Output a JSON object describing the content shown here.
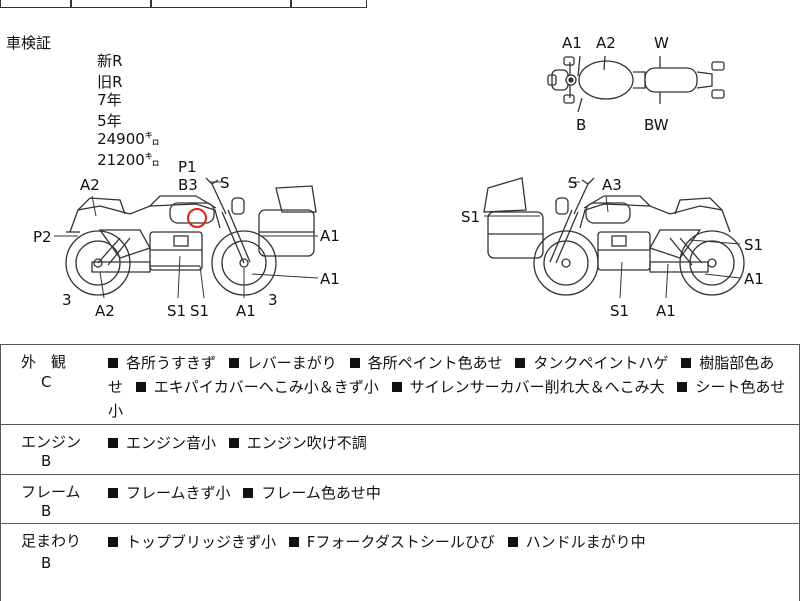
{
  "inspection": {
    "title": "車検証",
    "new_row": {
      "label": "新R",
      "years": "7年",
      "km": "24900㌔"
    },
    "old_row": {
      "label": "旧R",
      "years": "5年",
      "km": "21200㌔"
    }
  },
  "top_view_labels": {
    "a1": "A1",
    "a2": "A2",
    "w": "W",
    "b": "B",
    "bw": "BW"
  },
  "left_view_labels": {
    "p1": "P1",
    "b3": "B3",
    "s_top": "S",
    "a2_top": "A2",
    "p2": "P2",
    "a1_right_top": "A1",
    "a1_right_bottom": "A1",
    "three_left": "3",
    "a2_bottom": "A2",
    "s1_a": "S1",
    "s1_b": "S1",
    "a1_bottom": "A1",
    "three_right": "3"
  },
  "right_view_labels": {
    "s_top": "S",
    "a3": "A3",
    "s1_left": "S1",
    "s1_right": "S1",
    "a1_right": "A1",
    "s1_bottom": "S1",
    "a1_bottom": "A1"
  },
  "conditions": [
    {
      "category": "外　観",
      "grade": "C",
      "items": [
        "各所うすきず",
        "レバーまがり",
        "各所ペイント色あせ",
        "タンクペイントハゲ",
        "樹脂部色あせ",
        "エキパイカバーへこみ小＆きず小",
        "サイレンサーカバー削れ大＆へこみ大",
        "シート色あせ小"
      ]
    },
    {
      "category": "エンジン",
      "grade": "B",
      "items": [
        "エンジン音小",
        "エンジン吹け不調"
      ]
    },
    {
      "category": "フレーム",
      "grade": "B",
      "items": [
        "フレームきず小",
        "フレーム色あせ中"
      ]
    },
    {
      "category": "足まわり",
      "grade": "B",
      "items": [
        "トップブリッジきず小",
        "Fフォークダストシールひび",
        "ハンドルまがり中"
      ]
    }
  ]
}
